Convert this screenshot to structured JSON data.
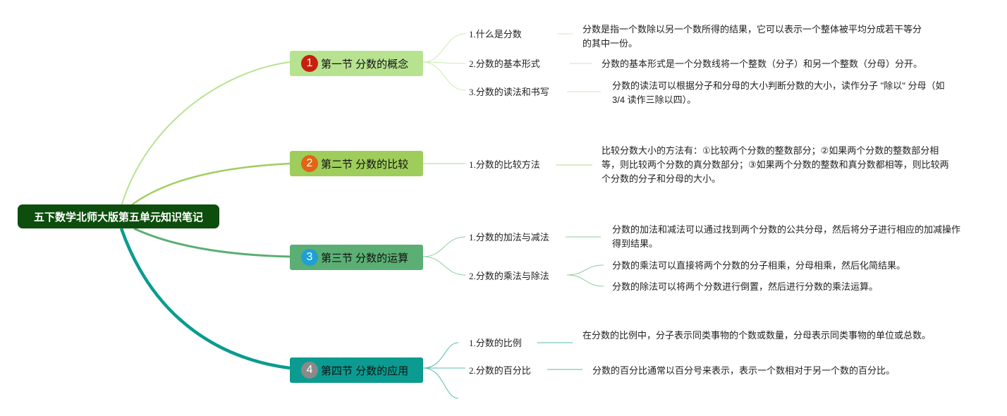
{
  "root": {
    "title": "五下数学北师大版第五单元知识笔记",
    "color": "#0d4d0d"
  },
  "sections": [
    {
      "number": "1",
      "title": "第一节 分数的概念",
      "fill": "#b7e391",
      "line": "#b7e391",
      "badge": "#c8200e",
      "topics": [
        {
          "label": "1.什么是分数",
          "desc": [
            "分数是指一个数除以另一个数所得的结果，它可以表示一个整体被平均分成若干等分的其中一份。"
          ]
        },
        {
          "label": "2.分数的基本形式",
          "desc": [
            "分数的基本形式是一个分数线将一个整数（分子）和另一个整数（分母）分开。"
          ]
        },
        {
          "label": "3.分数的读法和书写",
          "desc": [
            "分数的读法可以根据分子和分母的大小判断分数的大小，读作分子 \"除以\" 分母（如 3/4 读作三除以四）。"
          ]
        }
      ]
    },
    {
      "number": "2",
      "title": "第二节 分数的比较",
      "fill": "#9fcd5b",
      "line": "#9fcd5b",
      "badge": "#e06514",
      "topics": [
        {
          "label": "1.分数的比较方法",
          "desc": [
            "比较分数大小的方法有：①比较两个分数的整数部分；②如果两个分数的整数部分相等，则比较两个分数的真分数部分；③如果两个分数的整数和真分数都相等，则比较两个分数的分子和分母的大小。"
          ]
        }
      ]
    },
    {
      "number": "3",
      "title": "第三节 分数的运算",
      "fill": "#5baf74",
      "line": "#5baf74",
      "badge": "#1f9fd4",
      "topics": [
        {
          "label": "1.分数的加法与减法",
          "desc": [
            "分数的加法和减法可以通过找到两个分数的公共分母，然后将分子进行相应的加减操作得到结果。"
          ]
        },
        {
          "label": "2.分数的乘法与除法",
          "desc": [
            "分数的乘法可以直接将两个分数的分子相乘，分母相乘，然后化简结果。",
            "分数的除法可以将两个分数进行倒置，然后进行分数的乘法运算。"
          ]
        }
      ]
    },
    {
      "number": "4",
      "title": "第四节 分数的应用",
      "fill": "#0b9b90",
      "line": "#0b9b90",
      "badge": "#8a8a8a",
      "topics": [
        {
          "label": "1.分数的比例",
          "desc": [
            "在分数的比例中，分子表示同类事物的个数或数量，分母表示同类事物的单位或总数。"
          ]
        },
        {
          "label": "2.分数的百分比",
          "desc": [
            "分数的百分比通常以百分号来表示，表示一个数相对于另一个数的百分比。"
          ]
        }
      ]
    }
  ]
}
